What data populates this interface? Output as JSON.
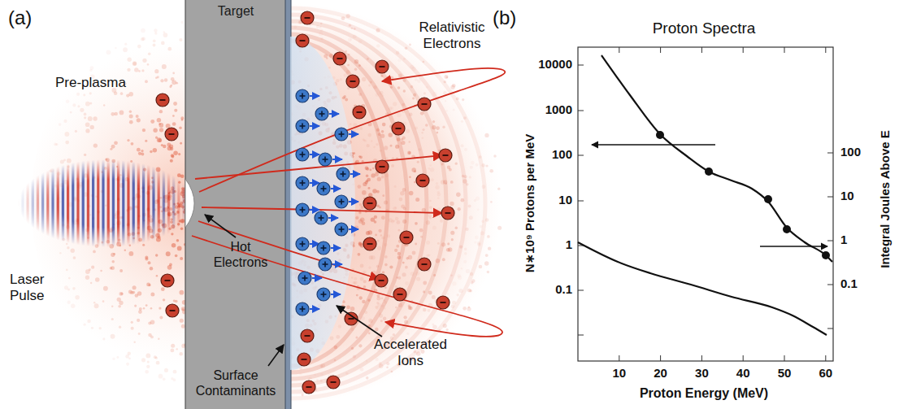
{
  "diagram": {
    "nodes": [
      {
        "text": [
          "Target"
        ]
      }
    ],
    "labels": [
      "(a)",
      "Pre-plasma",
      "Laser Pulse",
      "Hot Electrons",
      "Surface Contaminants",
      "Relativistic Electrons",
      "Accelerated Ions",
      "(b)",
      "Proton Spectra",
      "10000",
      "1000",
      "100",
      "10",
      "1",
      "0.1",
      "100",
      "10",
      "1",
      "0.1",
      "10",
      "20",
      "30",
      "40",
      "50",
      "60",
      "N∗10⁹ Protons per MeV",
      "Proton Energy (MeV)",
      "Integral Joules Above E"
    ]
  }
}
